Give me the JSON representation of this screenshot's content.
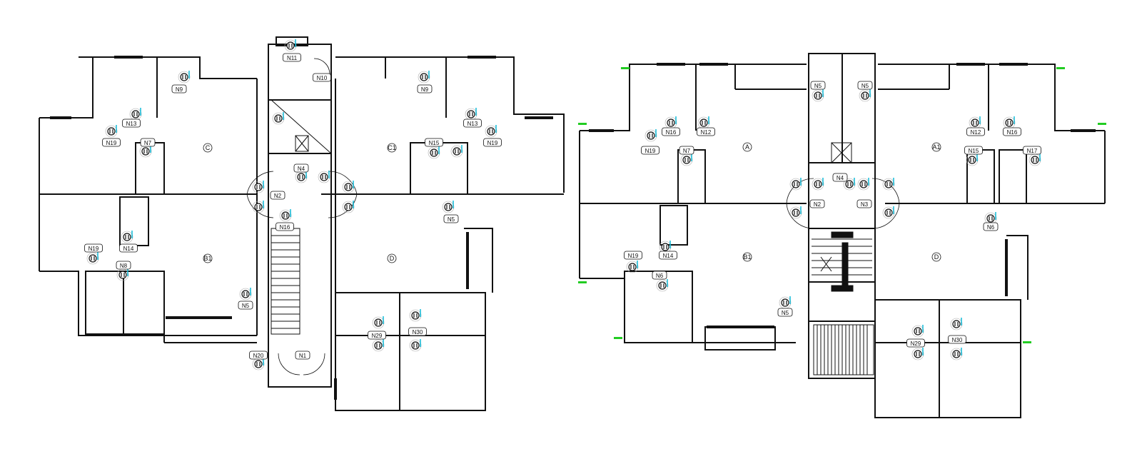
{
  "plan_left": {
    "units": [
      "C",
      "C1",
      "B1",
      "D"
    ],
    "tags": [
      "N1",
      "N2",
      "N4",
      "N5",
      "N5",
      "N7",
      "N8",
      "N9",
      "N9",
      "N10",
      "N11",
      "N13",
      "N13",
      "N14",
      "N15",
      "N16",
      "N19",
      "N19",
      "N19",
      "N20",
      "N29",
      "N30"
    ]
  },
  "plan_right": {
    "units": [
      "A",
      "A1",
      "B1",
      "D"
    ],
    "tags": [
      "N2",
      "N3",
      "N4",
      "N5",
      "N5",
      "N5",
      "N6",
      "N6",
      "N7",
      "N12",
      "N12",
      "N14",
      "N15",
      "N16",
      "N16",
      "N17",
      "N19",
      "N19",
      "N29",
      "N30"
    ]
  },
  "colors": {
    "wall": "#111111",
    "fixture": "#00b7d6",
    "marker": "#22cc22"
  }
}
